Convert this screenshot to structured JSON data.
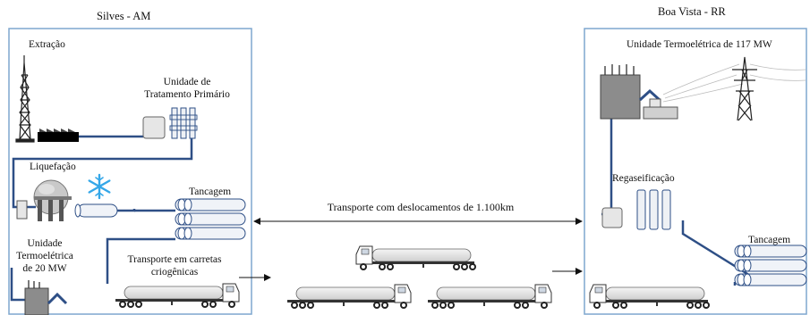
{
  "left_site": {
    "title": "Silves - AM",
    "extraction": "Extração",
    "treatment_line1": "Unidade de",
    "treatment_line2": "Tratamento Primário",
    "liquefaction": "Liquefação",
    "tankage": "Tancagem",
    "thermo_line1": "Unidade",
    "thermo_line2": "Termoelétrica",
    "thermo_line3": "de 20 MW",
    "trucks_line1": "Transporte em carretas",
    "trucks_line2": "criogênicas"
  },
  "right_site": {
    "title": "Boa Vista - RR",
    "thermo": "Unidade Termoelétrica de 117 MW",
    "regas": "Regaseificação",
    "tankage": "Tancagem"
  },
  "transport": {
    "label": "Transporte  com  deslocamentos  de  1.100km"
  },
  "colors": {
    "box_border": "#7fa7cf",
    "pipe": "#2e4f86",
    "equipment_fill": "#e6e6e6",
    "snowflake": "#34a7e8"
  }
}
